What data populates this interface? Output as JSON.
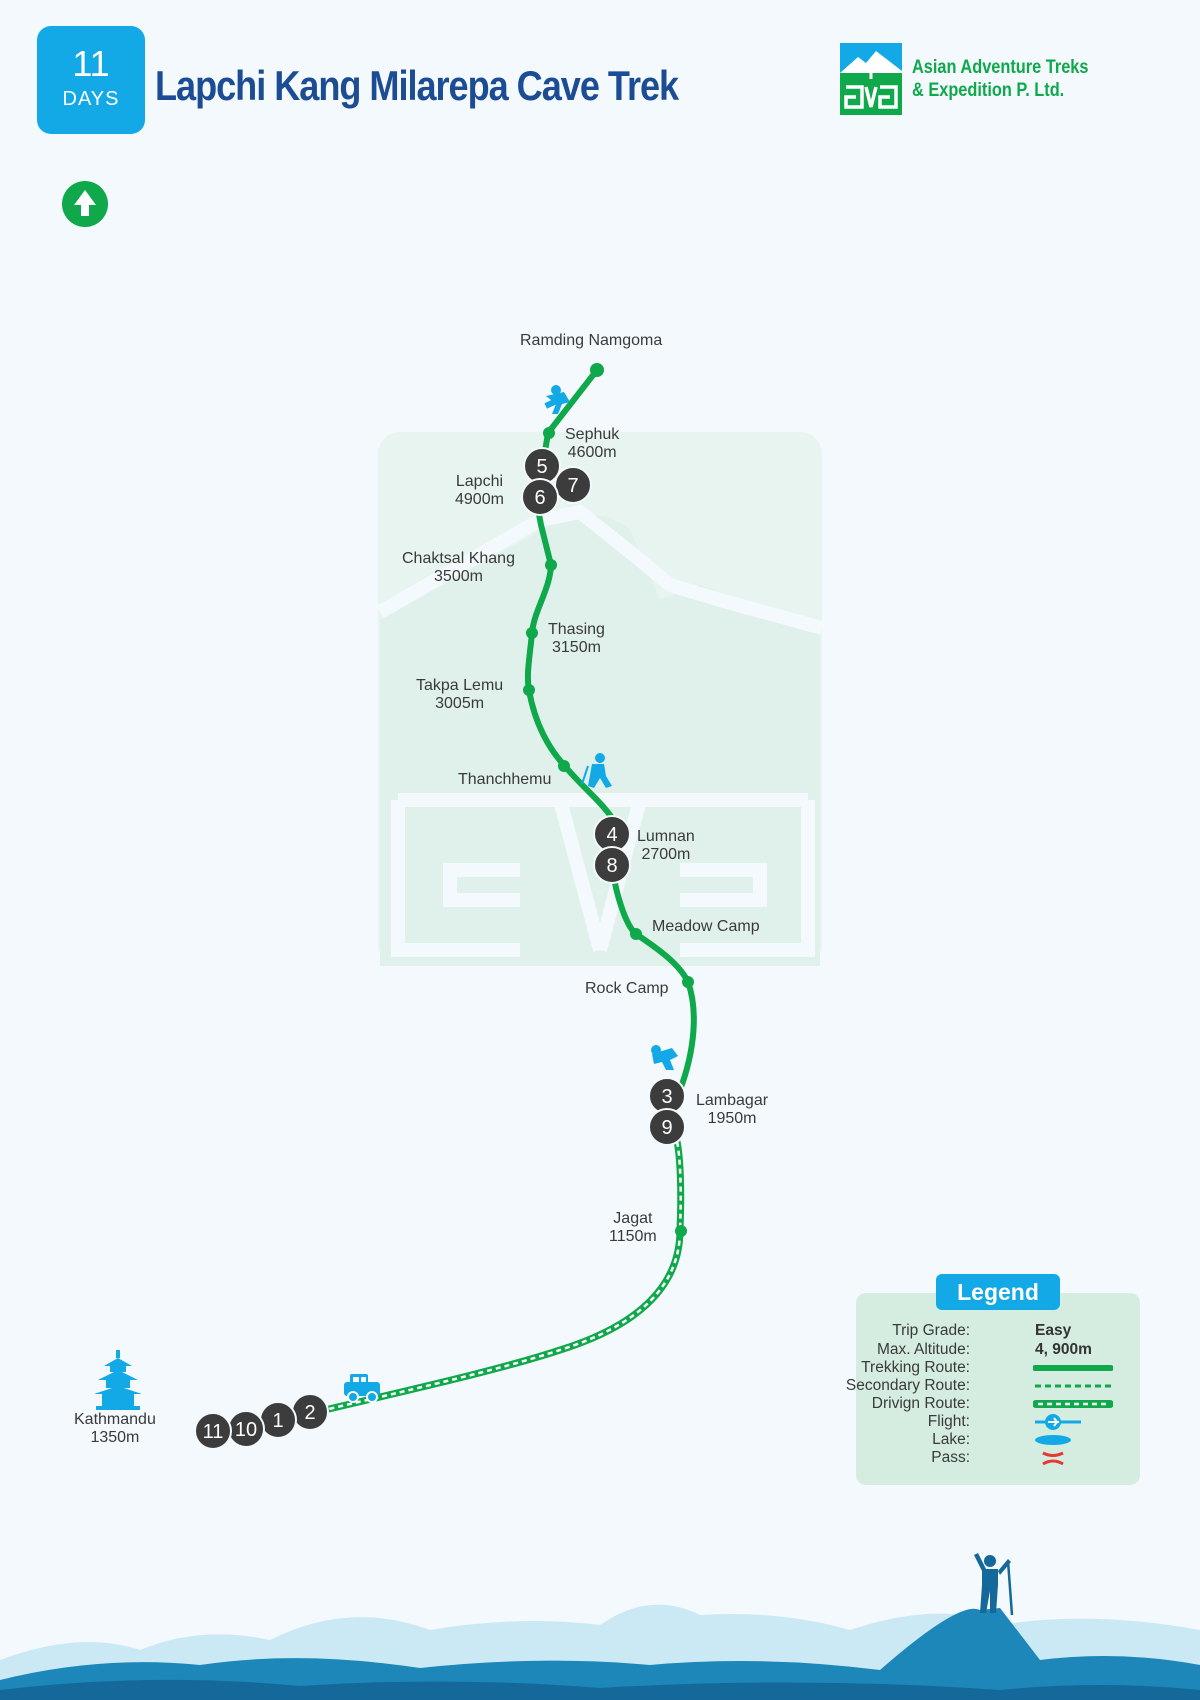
{
  "header": {
    "days_number": "11",
    "days_label": "DAYS",
    "title": "Lapchi Kang Milarepa Cave Trek",
    "company_line1": "Asian Adventure Treks",
    "company_line2": "& Expedition P. Ltd."
  },
  "places": [
    {
      "id": "ramding",
      "name": "Ramding Namgoma",
      "altitude": ""
    },
    {
      "id": "sephuk",
      "name": "Sephuk",
      "altitude": "4600m"
    },
    {
      "id": "lapchi",
      "name": "Lapchi",
      "altitude": "4900m"
    },
    {
      "id": "chaktsal",
      "name": "Chaktsal Khang",
      "altitude": "3500m"
    },
    {
      "id": "thasing",
      "name": "Thasing",
      "altitude": "3150m"
    },
    {
      "id": "takpa",
      "name": "Takpa Lemu",
      "altitude": "3005m"
    },
    {
      "id": "thanchhemu",
      "name": "Thanchhemu",
      "altitude": ""
    },
    {
      "id": "lumnan",
      "name": "Lumnan",
      "altitude": "2700m"
    },
    {
      "id": "meadow",
      "name": "Meadow Camp",
      "altitude": ""
    },
    {
      "id": "rock",
      "name": "Rock Camp",
      "altitude": ""
    },
    {
      "id": "lambagar",
      "name": "Lambagar",
      "altitude": "1950m"
    },
    {
      "id": "jagat",
      "name": "Jagat",
      "altitude": "1150m"
    },
    {
      "id": "kathmandu",
      "name": "Kathmandu",
      "altitude": "1350m"
    }
  ],
  "day_stops": [
    {
      "place": "Lapchi",
      "days": [
        "5",
        "6",
        "7"
      ]
    },
    {
      "place": "Lumnan",
      "days": [
        "4",
        "8"
      ]
    },
    {
      "place": "Lambagar",
      "days": [
        "3",
        "9"
      ]
    },
    {
      "place": "Kathmandu",
      "days": [
        "11",
        "10",
        "1",
        "2"
      ]
    }
  ],
  "legend": {
    "title": "Legend",
    "trip_grade_label": "Trip Grade:",
    "trip_grade_value": "Easy",
    "max_altitude_label": "Max. Altitude:",
    "max_altitude_value": "4, 900m",
    "trekking_label": "Trekking Route:",
    "secondary_label": "Secondary Route:",
    "driving_label": "Drivign Route:",
    "flight_label": "Flight:",
    "lake_label": "Lake:",
    "pass_label": "Pass:"
  },
  "colors": {
    "route_green": "#0fa84b",
    "accent_blue": "#12a9e6",
    "title_navy": "#1c4d94",
    "day_marker": "#3c3c3c",
    "legend_bg": "#d5ede0",
    "pass_red": "#e53935"
  },
  "icons": [
    "north-arrow-icon",
    "hiker-icon",
    "jeep-icon",
    "temple-icon",
    "climber-silhouette-icon",
    "mountain-logo-icon"
  ]
}
